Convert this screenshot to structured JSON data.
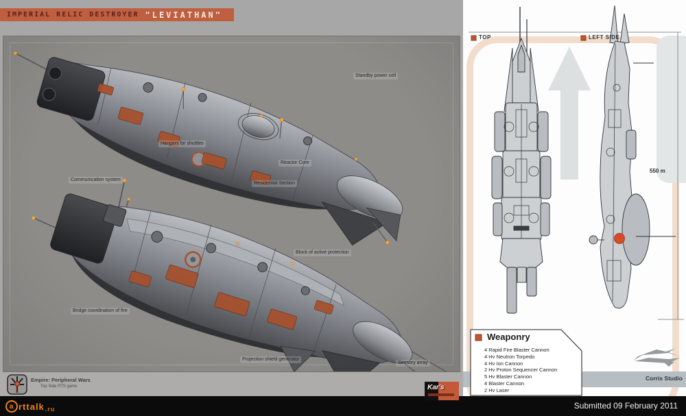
{
  "header": {
    "series_title": "IMPERIAL RELIC DESTROYER",
    "ship_name": "\"LEVIATHAN\""
  },
  "left": {
    "callouts": [
      {
        "label": "Standby power cell"
      },
      {
        "label": "Hangars for shuttles"
      },
      {
        "label": "Reactor Core"
      },
      {
        "label": "Residential Section"
      },
      {
        "label": "Communication system"
      },
      {
        "label": "Block of active protection"
      },
      {
        "label": "Bridge coordination of fire"
      },
      {
        "label": "Projection shield generator"
      },
      {
        "label": "Sensory array"
      }
    ],
    "footer": {
      "game_line": "Empire: Peripheral Wars",
      "game_subline": "Top Side RTS game",
      "studio_logo": "Kar's"
    }
  },
  "right": {
    "legend_top": "TOP",
    "legend_side": "LEFT SIDE",
    "dimension": "550 m",
    "weaponry": {
      "title": "Weaponry",
      "items": [
        "4 Rapid Fire Blaster Cannon",
        "4 Hv Neutron Torpedo",
        "4 Hv Ion Cannon",
        "2 Hv Proton Sequencer Cannon",
        "5 Hv Blaster Cannon",
        "4 Blaster Cannon",
        "2 Hv Laser"
      ]
    },
    "studio": "Corris Studio"
  },
  "footer_bar": {
    "watermark_first": "a",
    "watermark_mid": "rttalk",
    "watermark_tld": ".ru",
    "submitted": "Submitted 09 February 2011"
  },
  "colors": {
    "accent_bar": "#bf5f40",
    "legend_bullet": "#c2552f",
    "tip_light": "#f5a93e",
    "marker_red": "#d84b28"
  }
}
